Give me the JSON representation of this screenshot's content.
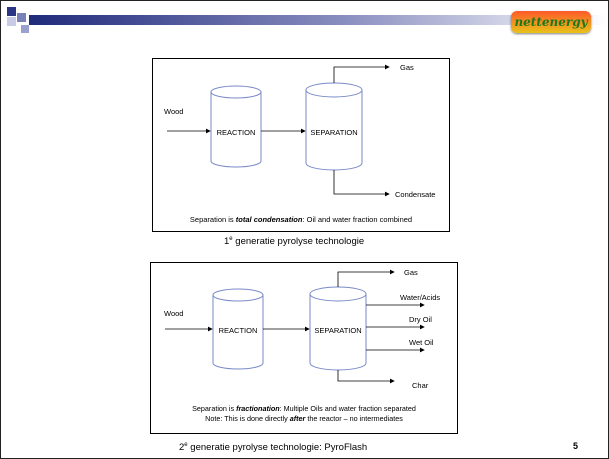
{
  "header": {
    "logo_text": "nettenergy",
    "accent": "#3a3f8f"
  },
  "diagram1": {
    "input_label": "Wood",
    "reaction_label": "REACTION",
    "separation_label": "SEPARATION",
    "outputs": [
      "Gas",
      "Condensate"
    ],
    "note_prefix": "Separation is ",
    "note_emphasis": "total condensation",
    "note_suffix": ": Oil and water fraction combined",
    "caption_prefix": "1",
    "caption_sup": "e",
    "caption_suffix": " generatie pyrolyse technologie"
  },
  "diagram2": {
    "input_label": "Wood",
    "reaction_label": "REACTION",
    "separation_label": "SEPARATION",
    "outputs": [
      "Gas",
      "Water/Acids",
      "Dry Oil",
      "Wet Oil",
      "Char"
    ],
    "note1_prefix": "Separation is ",
    "note1_emphasis": "fractionation",
    "note1_suffix": ": Multiple Oils and water fraction separated",
    "note2_prefix": "Note: This is done directly ",
    "note2_emphasis": "after",
    "note2_suffix": " the reactor – no intermediates",
    "caption_prefix": "2",
    "caption_sup": "e",
    "caption_suffix": " generatie pyrolyse technologie: PyroFlash"
  },
  "page_number": "5"
}
